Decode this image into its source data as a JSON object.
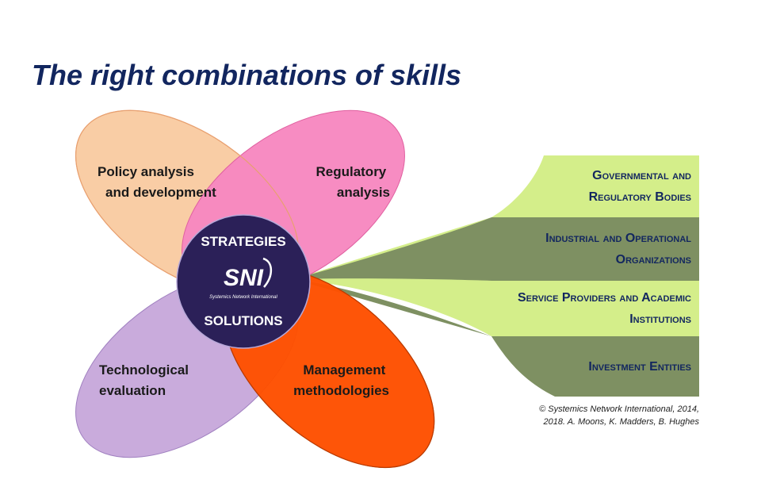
{
  "title": "The right combinations of skills",
  "petals": {
    "policy": [
      "Policy analysis",
      "and development"
    ],
    "regulatory": [
      "Regulatory",
      "analysis"
    ],
    "technological": [
      "Technological",
      "evaluation"
    ],
    "management": [
      "Management",
      "methodologies"
    ]
  },
  "hub": {
    "top": "STRATEGIES",
    "bottom": "SOLUTIONS",
    "logo": "SNI",
    "logo_sub": "Systemics Network International"
  },
  "stakeholders": [
    {
      "lines": [
        "Governmental and",
        "Regulatory Bodies"
      ],
      "color": "#d4ee8a"
    },
    {
      "lines": [
        "Industrial and Operational",
        "Organizations"
      ],
      "color": "#7e9062"
    },
    {
      "lines": [
        "Service Providers and Academic",
        "Institutions"
      ],
      "color": "#d4ee8a"
    },
    {
      "lines": [
        "Investment Entities"
      ],
      "color": "#7e9062"
    }
  ],
  "copyright": [
    "© Systemics Network International, 2014,",
    "2018. A. Moons, K. Madders, B. Hughes"
  ],
  "colors": {
    "title": "#12265f",
    "policy": "#f9cda5",
    "regulatory": "#f787c0",
    "technological": "#c6a7da",
    "management": "#fe5000",
    "hub": "#2b2058"
  }
}
